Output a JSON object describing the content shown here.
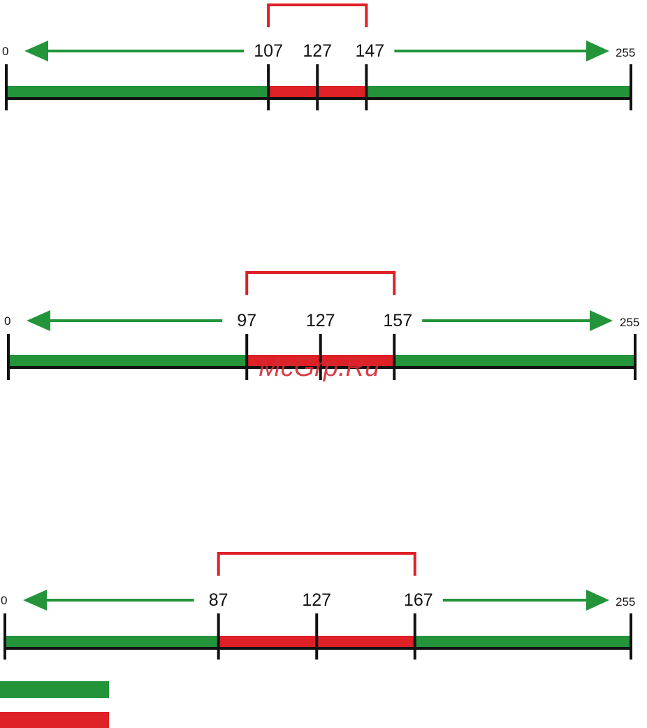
{
  "scale": {
    "min": 0,
    "max": 255
  },
  "colors": {
    "green": "#23943a",
    "red": "#de2027",
    "axis": "#111111",
    "watermark": "#d42a33"
  },
  "diagrams": [
    {
      "id": "d1",
      "center": 127,
      "low": 107,
      "high": 147
    },
    {
      "id": "d2",
      "center": 127,
      "low": 97,
      "high": 157
    },
    {
      "id": "d3",
      "center": 127,
      "low": 87,
      "high": 167
    }
  ],
  "labels": {
    "min": "0",
    "max": "255"
  },
  "watermark": "McGrp.Ru",
  "legend": [
    {
      "color": "#23943a"
    },
    {
      "color": "#de2027"
    }
  ]
}
